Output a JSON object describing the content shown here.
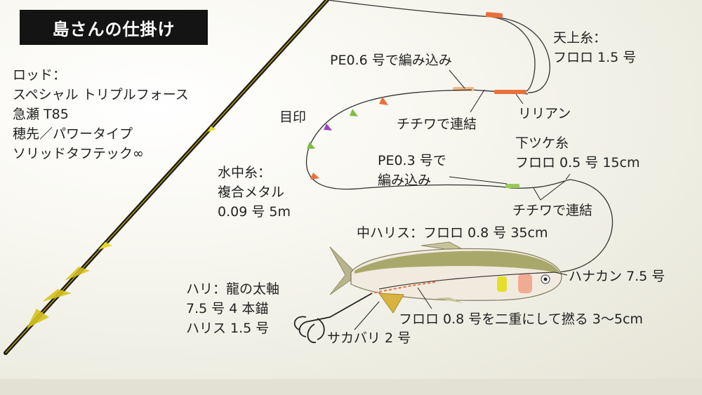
{
  "title": "島さんの仕掛け",
  "rod": {
    "lines": [
      "ロッド：",
      "スペシャル トリプルフォース",
      "急瀬 T85",
      "穂先／パワータイプ",
      "ソリッドタフテック∞"
    ]
  },
  "tenjo": {
    "lines": [
      "天上糸：",
      "フロロ 1.5 号"
    ]
  },
  "pe06": {
    "text": "PE0.6 号で編み込み"
  },
  "lilian": {
    "text": "リリアン"
  },
  "chichiwa1": {
    "text": "チチワで連結"
  },
  "mejirushi": {
    "text": "目印"
  },
  "shitatsuke": {
    "lines": [
      "下ツケ糸",
      "フロロ 0.5 号 15cm"
    ]
  },
  "pe03": {
    "lines": [
      "PE0.3 号で",
      "編み込み"
    ]
  },
  "suichu": {
    "lines": [
      "水中糸：",
      "複合メタル",
      "0.09 号 5m"
    ]
  },
  "chichiwa2": {
    "text": "チチワで連結"
  },
  "nakaharisu": {
    "text": "中ハリス：フロロ 0.8 号 35cm"
  },
  "hanakan": {
    "text": "ハナカン 7.5 号"
  },
  "hari": {
    "lines": [
      "ハリ：龍の太軸",
      "7.5 号 4 本錨",
      "ハリス 1.5 号"
    ]
  },
  "fluoro_twist": {
    "text": "フロロ 0.8 号を二重にして撚る 3〜5cm"
  },
  "sakabari": {
    "text": "サカバリ 2 号"
  },
  "colors": {
    "title_bg": "#141414",
    "rod": "#2a2410",
    "rod_accent": "#d6c21e",
    "line": "#333333",
    "marker_orange": "#e8703a",
    "marker_green": "#7fbf3f",
    "marker_purple": "#a23fc9",
    "fish_back": "#a9a86b",
    "fish_belly": "#f1eadf"
  }
}
